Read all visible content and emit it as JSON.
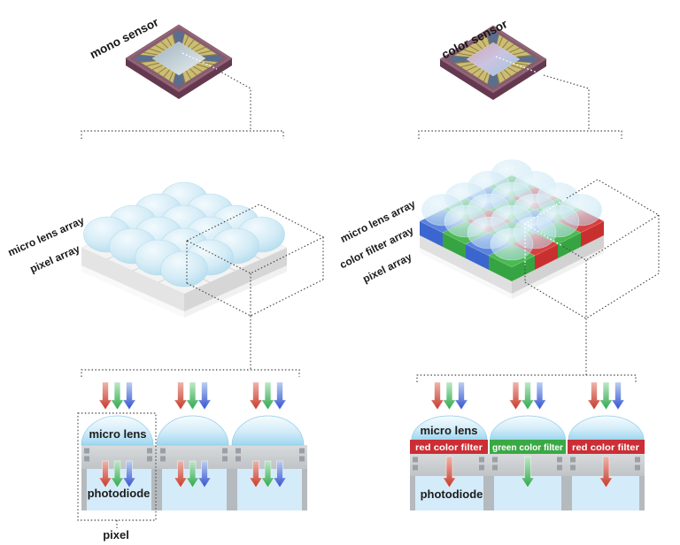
{
  "palette": {
    "filter_red": "#cb2e35",
    "filter_green": "#3aa944",
    "bayer_top_red": "#d94040",
    "bayer_top_green": "#4cba52",
    "bayer_top_blue": "#5b83dc",
    "bayer_side_red": "#c8302f",
    "bayer_side_green": "#36a442",
    "bayer_side_blue": "#3b66cf",
    "arrow_red": "#c53b2c",
    "arrow_green": "#2fa84e",
    "arrow_blue": "#3453cf",
    "lens_blue": "#cde9f6",
    "photodiode_blue": "#d4ebf9",
    "wiring_gray": "#c9cdd0",
    "chip_package": "#936779"
  },
  "left": {
    "sensor_label": "mono sensor",
    "array": {
      "lens_label": "micro lens array",
      "pixel_label": "pixel array"
    },
    "cross_section": {
      "lens_label": "micro lens",
      "photodiode_label": "photodiode",
      "pixel_label": "pixel",
      "incoming_light": [
        "red",
        "green",
        "blue"
      ],
      "transmitted_light": [
        "red",
        "green",
        "blue"
      ]
    }
  },
  "right": {
    "sensor_label": "color sensor",
    "array": {
      "lens_label": "micro lens array",
      "filter_label": "color filter array",
      "pixel_label": "pixel array"
    },
    "cross_section": {
      "lens_label": "micro lens",
      "filter_labels": [
        "red color filter",
        "green color filter",
        "red color filter"
      ],
      "photodiode_label": "photodiode",
      "incoming_light": [
        "red",
        "green",
        "blue"
      ],
      "transmitted_light": [
        "red",
        "green",
        "red"
      ]
    }
  },
  "bayer_rows": [
    [
      "G",
      "R",
      "G",
      "R"
    ],
    [
      "B",
      "G",
      "B",
      "G"
    ],
    [
      "G",
      "R",
      "G",
      "R"
    ],
    [
      "B",
      "G",
      "B",
      "G"
    ]
  ]
}
